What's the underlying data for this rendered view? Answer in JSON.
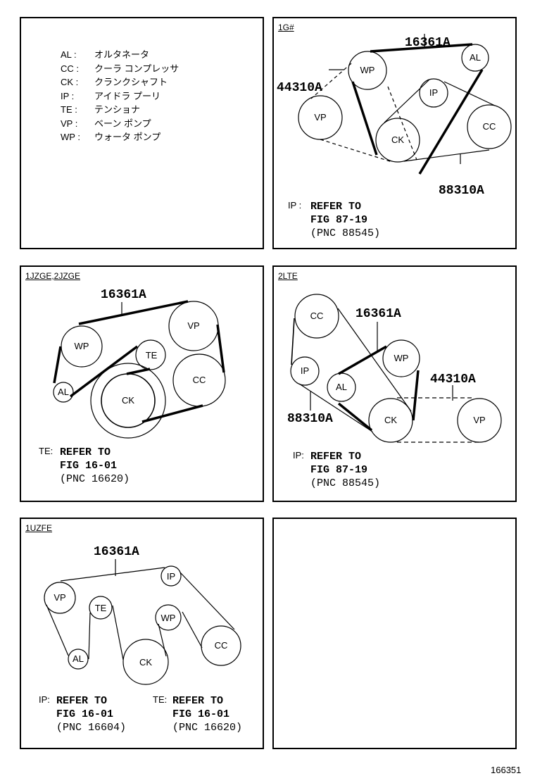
{
  "legend": {
    "items": [
      {
        "code": "AL :",
        "name": "オルタネータ"
      },
      {
        "code": "CC :",
        "name": "クーラ コンプレッサ"
      },
      {
        "code": "CK :",
        "name": "クランクシャフト"
      },
      {
        "code": "IP  :",
        "name": "アイドラ プーリ"
      },
      {
        "code": "TE  :",
        "name": "テンショナ"
      },
      {
        "code": "VP :",
        "name": "ベーン ポンプ"
      },
      {
        "code": "WP :",
        "name": "ウォータ ポンプ"
      }
    ]
  },
  "panels": {
    "p1g": {
      "title": "1G#",
      "pn1": "16361A",
      "pn2": "44310A",
      "pn3": "88310A",
      "note_key": "IP :",
      "note1": "REFER TO",
      "note2": "FIG 87-19",
      "note3": "(PNC 88545)",
      "labels": {
        "wp": "WP",
        "al": "AL",
        "ip": "IP",
        "vp": "VP",
        "ck": "CK",
        "cc": "CC"
      }
    },
    "pjz": {
      "title": "1JZGE,2JZGE",
      "pn1": "16361A",
      "note_key": "TE:",
      "note1": "REFER TO",
      "note2": "FIG 16-01",
      "note3": "(PNC 16620)",
      "labels": {
        "wp": "WP",
        "vp": "VP",
        "te": "TE",
        "al": "AL",
        "ck": "CK",
        "cc": "CC"
      }
    },
    "p2l": {
      "title": "2LTE",
      "pn1": "16361A",
      "pn2": "44310A",
      "pn3": "88310A",
      "note_key": "IP:",
      "note1": "REFER TO",
      "note2": "FIG 87-19",
      "note3": "(PNC 88545)",
      "labels": {
        "cc": "CC",
        "wp": "WP",
        "ip": "IP",
        "al": "AL",
        "ck": "CK",
        "vp": "VP"
      }
    },
    "puz": {
      "title": "1UZFE",
      "pn1": "16361A",
      "noteA_key": "IP:",
      "noteA1": "REFER TO",
      "noteA2": "FIG 16-01",
      "noteA3": "(PNC 16604)",
      "noteB_key": "TE:",
      "noteB1": "REFER TO",
      "noteB2": "FIG 16-01",
      "noteB3": "(PNC 16620)",
      "labels": {
        "vp": "VP",
        "ip": "IP",
        "te": "TE",
        "wp": "WP",
        "al": "AL",
        "ck": "CK",
        "cc": "CC"
      }
    }
  },
  "figure_number": "166351"
}
